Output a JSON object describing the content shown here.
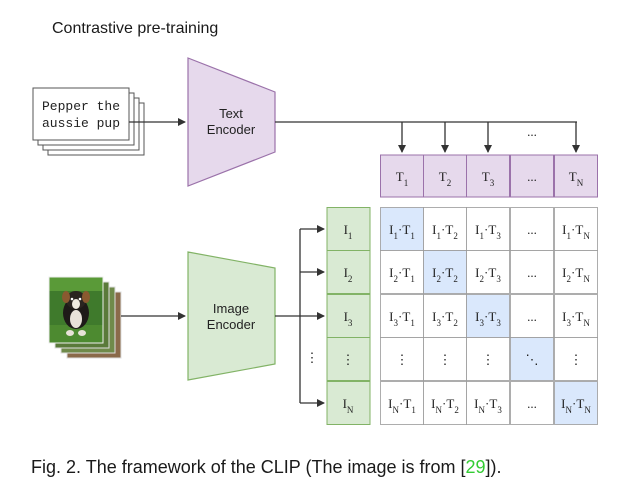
{
  "title": "Contrastive pre-training",
  "input_text": [
    "Pepper the",
    "aussie pup"
  ],
  "text_encoder": [
    "Text",
    "Encoder"
  ],
  "image_encoder": [
    "Image",
    "Encoder"
  ],
  "text_tokens": [
    "T1",
    "T2",
    "T3",
    "...",
    "TN"
  ],
  "image_tokens": [
    "I1",
    "I2",
    "I3",
    "⋮",
    "IN"
  ],
  "ellipsis_h": "...",
  "ellipsis_v": "⋮",
  "ellipsis_d": "⋱",
  "caption": {
    "prefix": "Fig. 2.  The framework of the CLIP (The image is from [",
    "ref": "29",
    "suffix": "])."
  },
  "colors": {
    "text_encoder_fill": "#e6d9ec",
    "text_encoder_stroke": "#9b72aa",
    "image_encoder_fill": "#d9ead3",
    "image_encoder_stroke": "#82b366",
    "diag_fill": "#dae8fc",
    "diag_stroke": "#6c8ebf",
    "citation": "#33cc33"
  },
  "image_icon": "dog-photo-stack"
}
